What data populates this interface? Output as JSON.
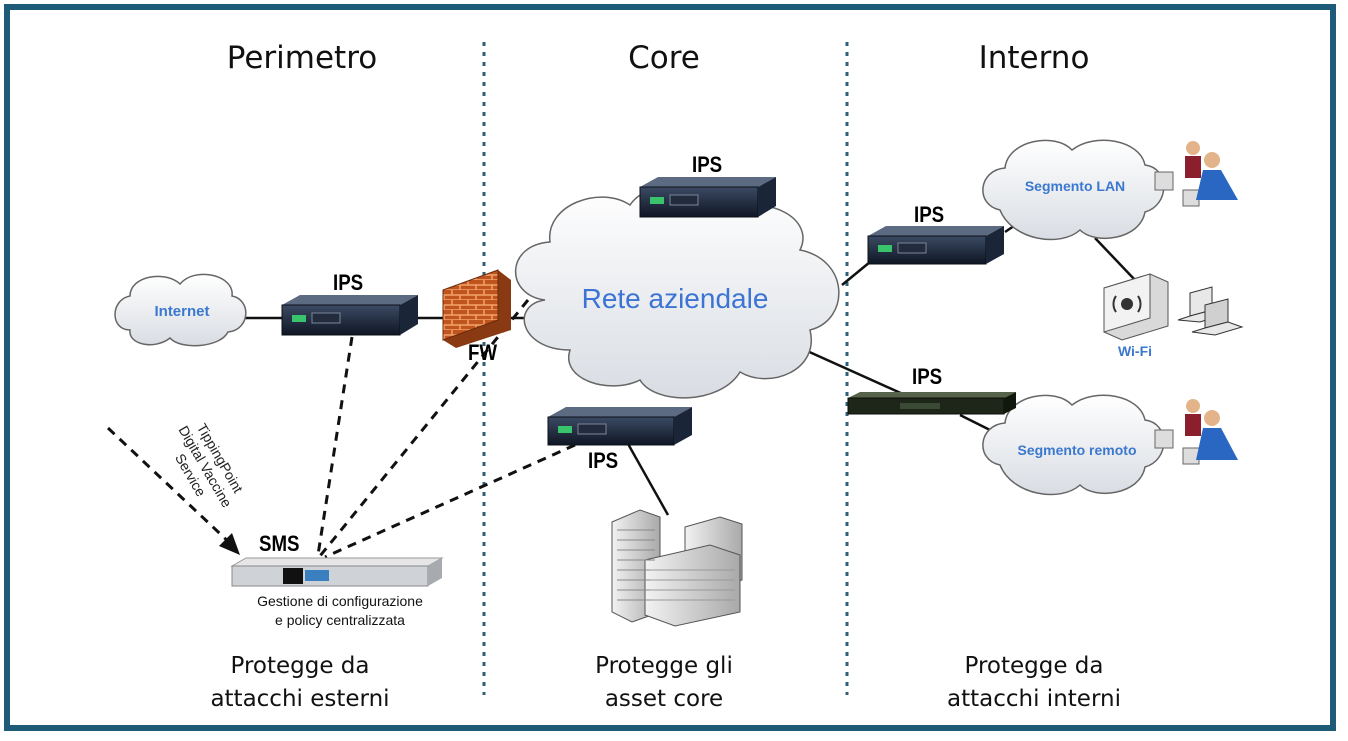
{
  "zones": {
    "perimetro": {
      "title": "Perimetro",
      "footer_line1": "Protegge da",
      "footer_line2": "attacchi esterni"
    },
    "core": {
      "title": "Core",
      "footer_line1": "Protegge gli",
      "footer_line2": "asset core"
    },
    "interno": {
      "title": "Interno",
      "footer_line1": "Protegge da",
      "footer_line2": "attacchi interni"
    }
  },
  "nodes": {
    "internet": "Internet",
    "ips": "IPS",
    "fw": "FW",
    "rete_aziendale": "Rete aziendale",
    "segmento_lan": "Segmento LAN",
    "segmento_remoto": "Segmento remoto",
    "wifi": "Wi-Fi",
    "sms": "SMS",
    "sms_caption_line1": "Gestione di configurazione",
    "sms_caption_line2": "e policy centralizzata",
    "dv_line1": "TippingPoint",
    "dv_line2": "Digital Vaccine",
    "dv_line3": "Service"
  },
  "colors": {
    "frame": "#1d5b79",
    "cloud_label": "#3b78d0",
    "divider": "#2f5f7a",
    "firewall": "#c0541e"
  }
}
